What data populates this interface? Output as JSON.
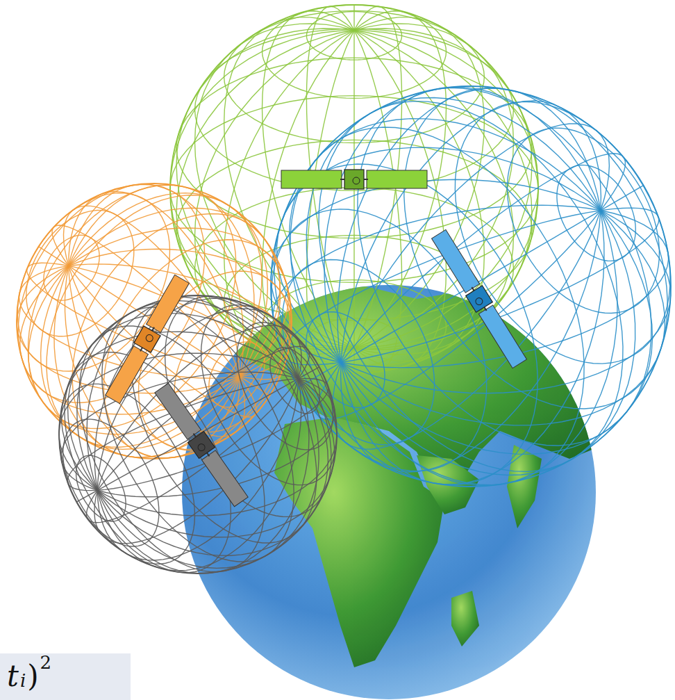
{
  "diagram": {
    "labels": [
      "t",
      "i",
      ")",
      "2"
    ]
  }
}
